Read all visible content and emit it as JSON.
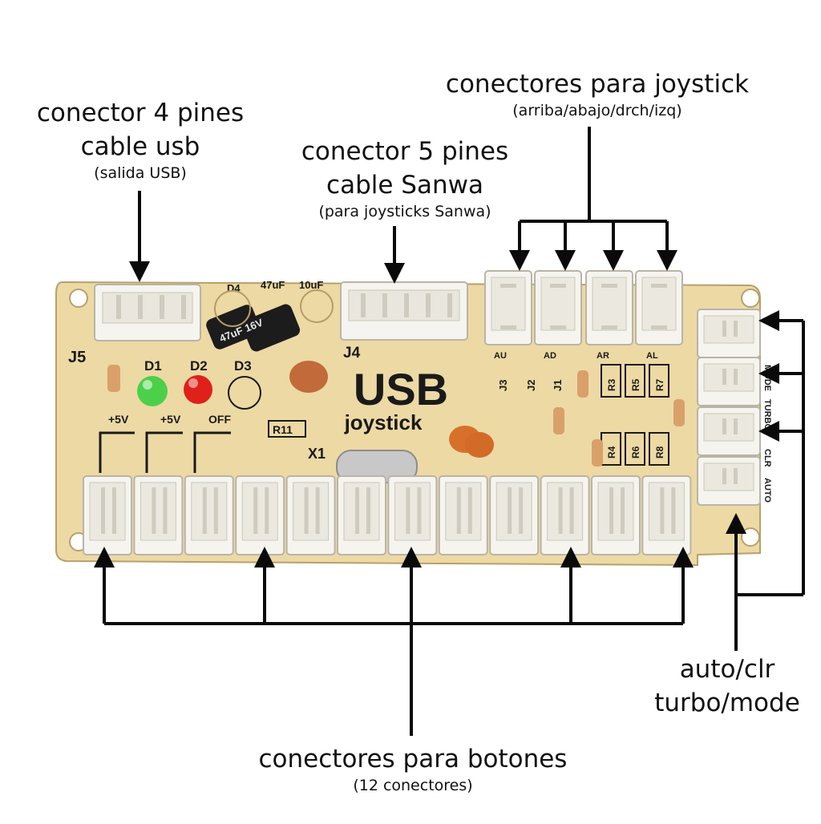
{
  "annotations": {
    "usb_connector": {
      "line1": "conector 4 pines",
      "line2": "cable usb",
      "note": "(salida USB)"
    },
    "sanwa_connector": {
      "line1": "conector 5 pines",
      "line2": "cable Sanwa",
      "note": "(para joysticks Sanwa)"
    },
    "joystick_connectors": {
      "line1": "conectores para joystick",
      "note": "(arriba/abajo/drch/izq)"
    },
    "mode_connectors": {
      "line1": "auto/clr",
      "line2": "turbo/mode"
    },
    "button_connectors": {
      "line1": "conectores para botones",
      "note": "(12 conectores)"
    }
  },
  "board": {
    "title": "USB",
    "subtitle": "joystick",
    "j5": "J5",
    "j4": "J4",
    "d1": "D1",
    "d2": "D2",
    "d3": "D3",
    "d4": "D4",
    "cap1": "47uF",
    "cap2": "10uF",
    "cap_body": "47uF 16V",
    "x1": "X1",
    "r11": "R11",
    "plus5v_a": "+5V",
    "plus5v_b": "+5V",
    "off": "OFF",
    "au": "AU",
    "ad": "AD",
    "ar": "AR",
    "al": "AL",
    "j3": "J3",
    "j2": "J2",
    "j1": "J1",
    "r3": "R3",
    "r5": "R5",
    "r7": "R7",
    "r4": "R4",
    "r6": "R6",
    "r8": "R8",
    "mode": "MODE",
    "turbo": "TURBO",
    "clr": "CLR",
    "auto": "AUTO"
  },
  "colors": {
    "pcb": "#EDD9A4",
    "connector": "#F6F4EE",
    "led_green": "#4CD04A",
    "led_red": "#E0201A",
    "arrow": "#0a0a0a"
  },
  "button_connector_count": 12
}
